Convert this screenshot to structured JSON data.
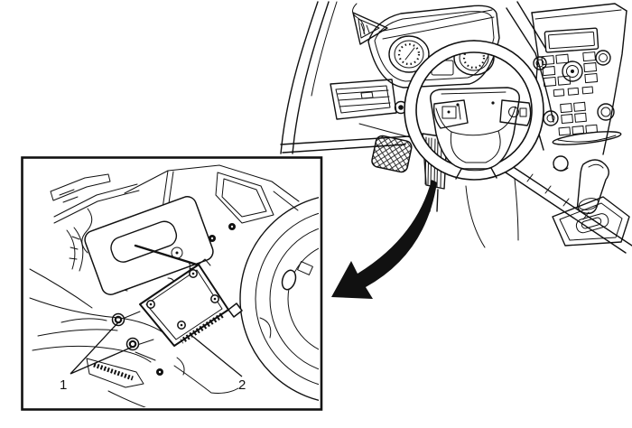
{
  "palette": {
    "ink": "#111111",
    "paper": "#ffffff"
  },
  "figure": {
    "kind": "service-manual-line-illustration",
    "views": [
      {
        "id": "overview",
        "name": "instrument-panel-and-steering-wheel-overview"
      },
      {
        "id": "detail",
        "name": "under-dash-module-mounting-detail-inset"
      }
    ],
    "pointer": {
      "name": "black-curved-arrow",
      "from": "steering-column-area",
      "to": "detail-inset"
    }
  },
  "callouts": [
    {
      "label": "1",
      "part": "module-mounting-bolts"
    },
    {
      "label": "2",
      "part": "control-module"
    }
  ]
}
